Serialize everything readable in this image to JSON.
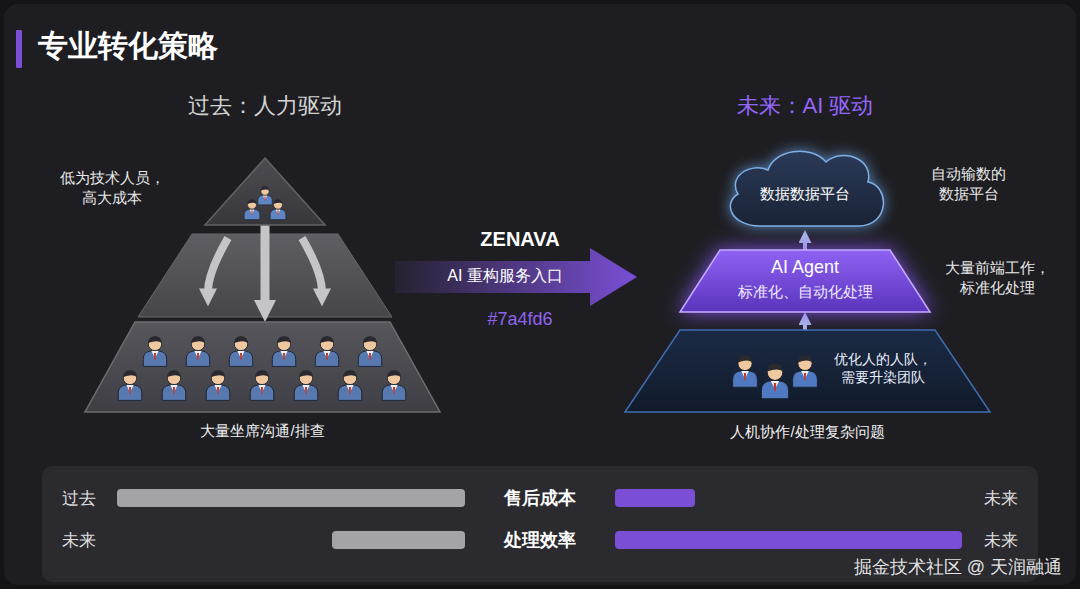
{
  "diagram": {
    "title": "专业转化策略",
    "nodes": [
      {
        "text": [
          "低为技术人员， 高大成本"
        ]
      },
      {
        "text": [
          "大量坐席沟通/排查"
        ]
      },
      {
        "text": [
          "ZENAVA",
          "AI 重构服务入口",
          "#7a4fd6"
        ]
      },
      {
        "text": [
          "数据数据平台",
          "自动输数的 数据平台"
        ]
      },
      {
        "text": [
          "AI Agent",
          "标准化、自动化处理",
          "大量前端工作， 标准化处理"
        ]
      },
      {
        "text": [
          "优化人的人队， 需要升染团队",
          "人机协作/处理复杂问题"
        ]
      }
    ],
    "edges": [
      {
        "from": 0,
        "to": 1,
        "arrow": "to"
      },
      {
        "from": 5,
        "to": 4,
        "arrow": "to"
      },
      {
        "from": 4,
        "to": 3,
        "arrow": "to"
      }
    ],
    "labels": [
      "过去：人力驱动",
      "未来：AI 驱动",
      "过去",
      "售后成本",
      "未来",
      "未来",
      "处理效率",
      "未来",
      "掘金技术社区 @ 天润融通"
    ]
  }
}
